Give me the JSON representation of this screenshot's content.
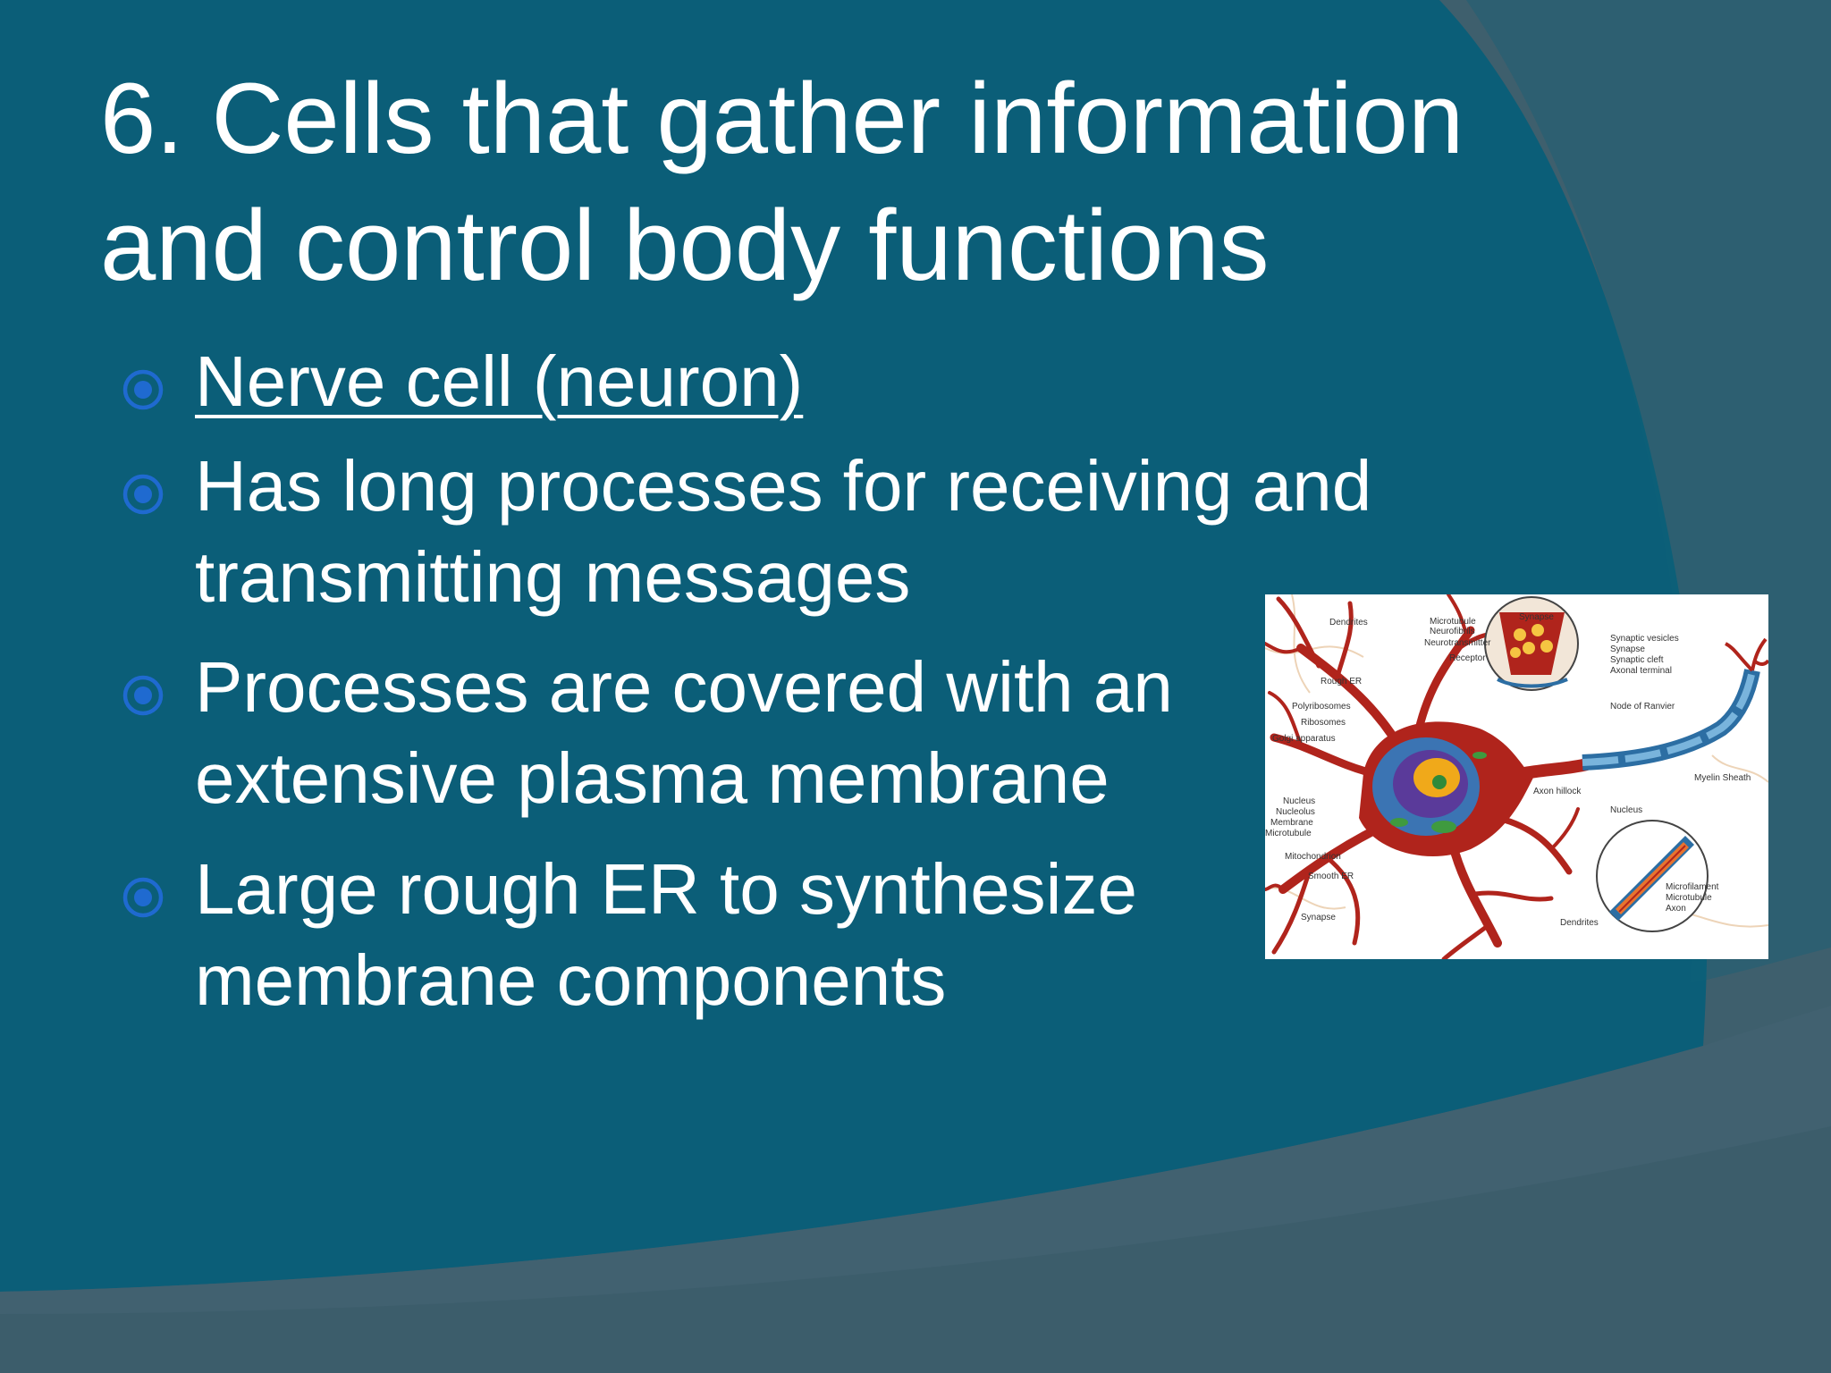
{
  "slide": {
    "title_lines": [
      "6. Cells that gather information",
      "and control body functions"
    ],
    "bullets": [
      {
        "lines": [
          "Nerve cell (neuron)"
        ],
        "is_link": true
      },
      {
        "lines": [
          "Has long processes for receiving and",
          "transmitting messages"
        ],
        "is_link": false
      },
      {
        "lines": [
          "Processes are covered with an",
          "extensive plasma membrane"
        ],
        "is_link": false
      },
      {
        "lines": [
          "Large rough ER to synthesize",
          "membrane components"
        ],
        "is_link": false
      }
    ],
    "bullet_icon": "circled-dot-icon"
  },
  "colors": {
    "background_main": "#0b5e78",
    "background_bands": "#3e5f6d",
    "title_text": "#ffffff",
    "bullet_marker": "#1f6ad0",
    "neuron_red": "#b0241c"
  },
  "figure": {
    "labels": {
      "dendrites_top": "Dendrites",
      "microtubule": "Microtubule",
      "neurofibrils": "Neurofibrils",
      "neurotransmitter": "Neurotransmitter",
      "receptor": "Receptor",
      "synapse": "Synapse",
      "synaptic_vesicles": "Synaptic vesicles",
      "synapse_2": "Synapse",
      "synaptic_cleft": "Synaptic cleft",
      "axonal_terminal": "Axonal terminal",
      "node_of_ranvier": "Node of Ranvier",
      "rough_er": "Rough ER",
      "polyribosomes": "Polyribosomes",
      "ribosomes": "Ribosomes",
      "golgi_apparatus": "Golgi apparatus",
      "axon_hillock": "Axon hillock",
      "myelin_sheath": "Myelin Sheath",
      "nucleus_1": "Nucleus",
      "nucleolus": "Nucleolus",
      "membrane": "Membrane",
      "microtubule_2": "Microtubule",
      "mitochondrion": "Mitochondrion",
      "smooth_er": "Smooth ER",
      "synapse_3": "Synapse",
      "nucleus_2": "Nucleus",
      "microfilament": "Microfilament",
      "microtubule_3": "Microtubule",
      "axon": "Axon",
      "dendrites_bottom": "Dendrites"
    }
  }
}
